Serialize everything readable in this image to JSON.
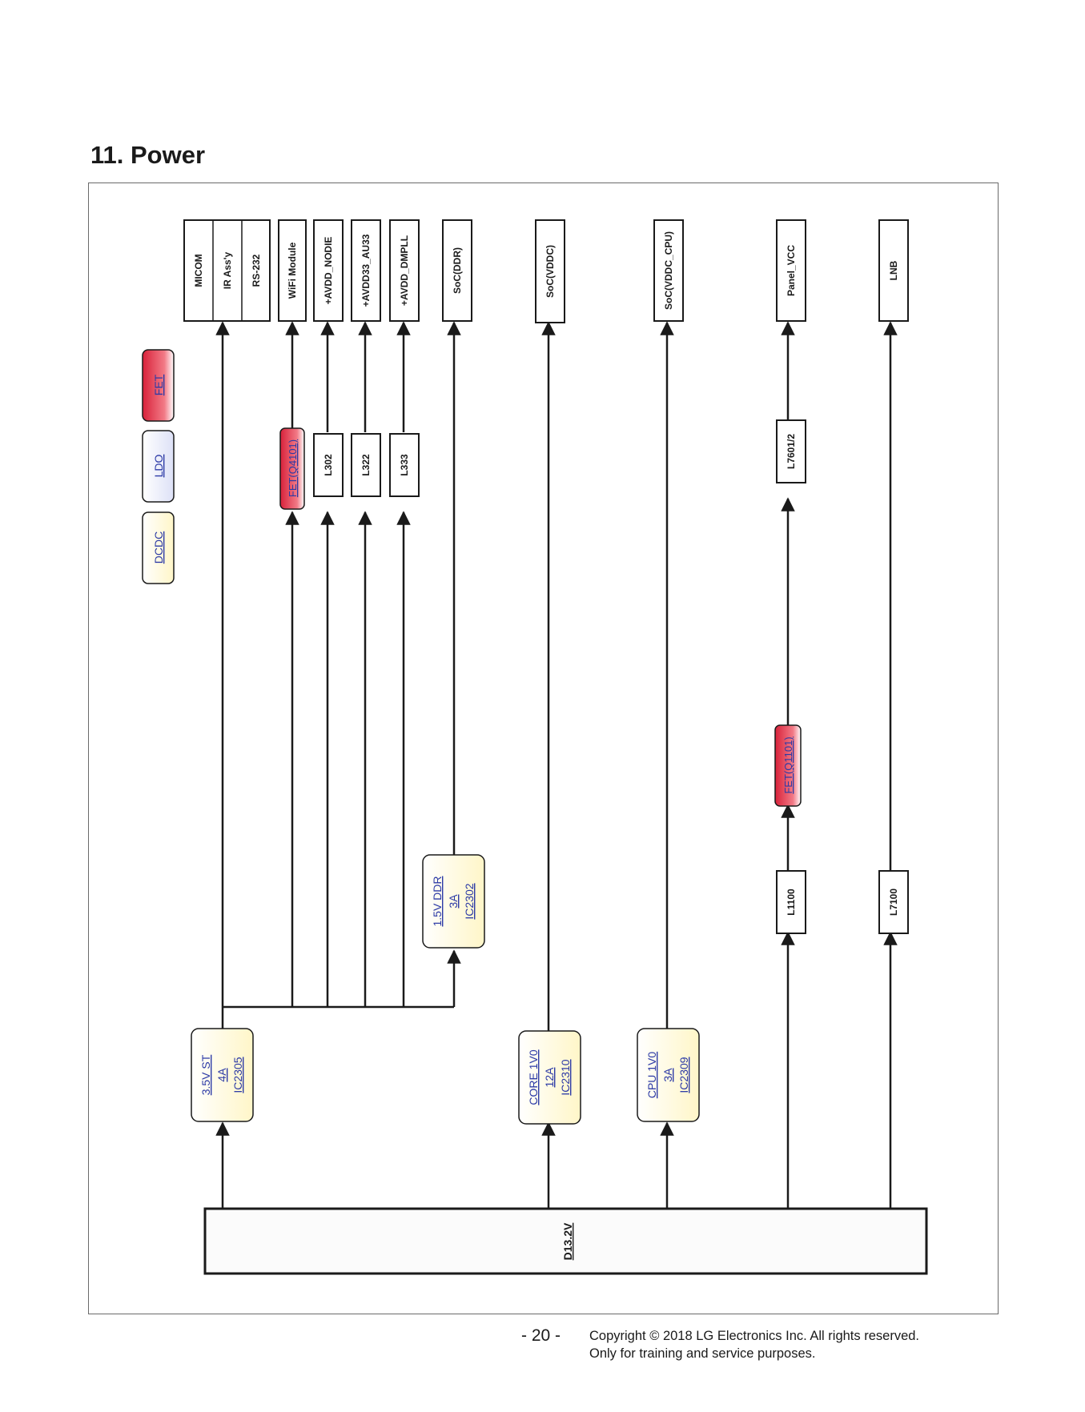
{
  "page": {
    "title": "11. Power",
    "page_number": "- 20 -",
    "copyright_line1": "Copyright © 2018 LG Electronics Inc. All rights reserved.",
    "copyright_line2": "Only for training and service purposes."
  },
  "colors": {
    "line": "#1a1a1a",
    "label_blue": "#2c3aa6",
    "dcdc_fill": "#fffbe0",
    "ldo_fill": "#eceefb",
    "fet_fill": "#e0384c"
  },
  "legend": {
    "dcdc": "DCDC",
    "ldo": "LDO",
    "fet": "FET"
  },
  "loads": {
    "micom": "MICOM",
    "ir_assy": "IR Ass'y",
    "rs232": "RS-232",
    "wifi": "WiFi Module",
    "avdd_nodie": "+AVDD_NODIE",
    "avdd33_au33": "+AVDD33_AU33",
    "avdd_dmpll": "+AVDD_DMPLL",
    "soc_ddr": "SoC(DDR)",
    "soc_vddc": "SoC(VDDC)",
    "soc_vddc_cpu": "SoC(VDDC_CPU)",
    "panel_vcc": "Panel_VCC",
    "lnb": "LNB"
  },
  "filters": {
    "l302": "L302",
    "l322": "L322",
    "l333": "L333",
    "l7601": "L7601/2",
    "l1100": "L1100",
    "l7100": "L7100"
  },
  "fets": {
    "q4101": "FET(Q4101)",
    "q1101": "FET(Q1101)"
  },
  "regulators": {
    "ic2305": {
      "name": "3.5V ST",
      "current": "4A",
      "ic": "IC2305"
    },
    "ic2302": {
      "name": "1.5V DDR",
      "current": "3A",
      "ic": "IC2302"
    },
    "ic2310": {
      "name": "CORE 1V0",
      "current": "12A",
      "ic": "IC2310"
    },
    "ic2309": {
      "name": "CPU 1V0",
      "current": "3A",
      "ic": "IC2309"
    }
  },
  "source": {
    "rail": "D13.2V"
  }
}
